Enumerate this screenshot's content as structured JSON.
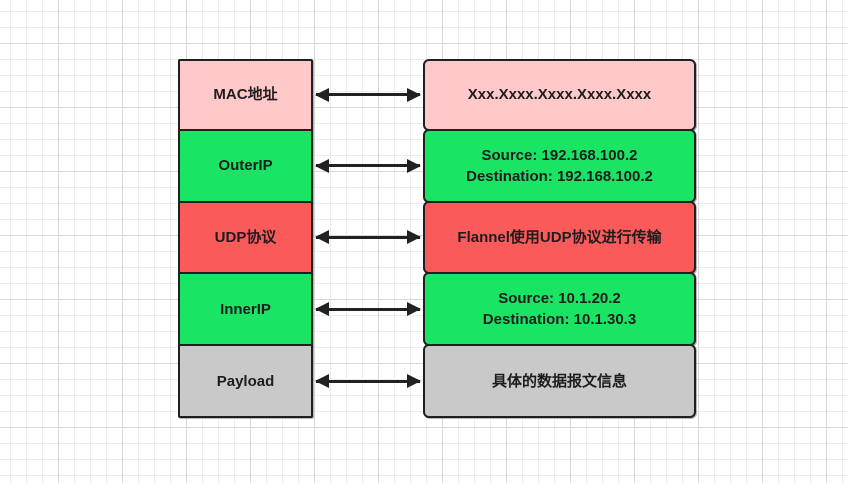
{
  "canvas": {
    "background": "#ffffff",
    "grid_minor_color": "#ececf0",
    "grid_major_color": "#d7d7dc"
  },
  "palette": {
    "pink": "#FFC9C9",
    "green": "#1AE463",
    "red": "#FA5A5A",
    "gray": "#C9C9C9",
    "border": "#202020",
    "arrow": "#212121",
    "text": "#1D1D1F"
  },
  "diagram": {
    "rows": [
      {
        "label": "MAC地址",
        "line1": "Xxx.Xxxx.Xxxx.Xxxx.Xxxx",
        "line2": "",
        "color": "#FFC9C9"
      },
      {
        "label": "OuterIP",
        "line1": "Source: 192.168.100.2",
        "line2": "Destination: 192.168.100.2",
        "color": "#1AE463"
      },
      {
        "label": "UDP协议",
        "line1": "Flannel使用UDP协议进行传输",
        "line2": "",
        "color": "#FA5A5A"
      },
      {
        "label": "InnerIP",
        "line1": "Source: 10.1.20.2",
        "line2": "Destination: 10.1.30.3",
        "color": "#1AE463"
      },
      {
        "label": "Payload",
        "line1": "具体的数据报文信息",
        "line2": "",
        "color": "#C9C9C9"
      }
    ]
  }
}
